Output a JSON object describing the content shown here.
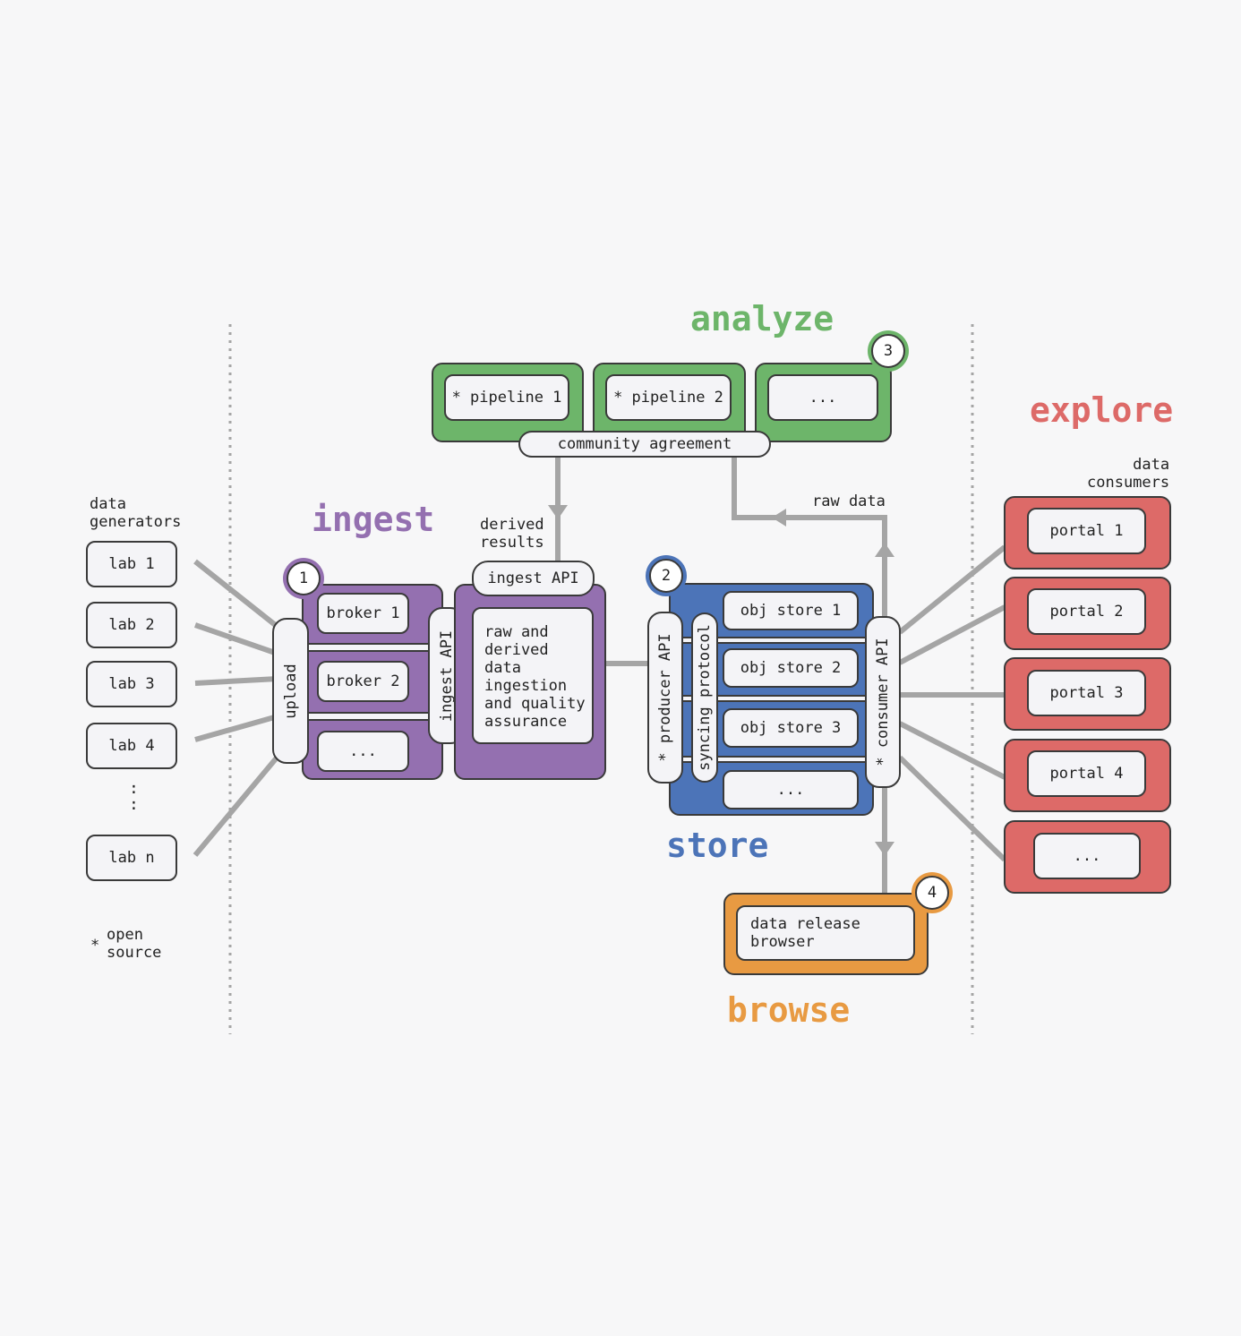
{
  "colors": {
    "ingest": "#9470b0",
    "store": "#4c74b8",
    "analyze": "#6db56a",
    "explore": "#dd6a68",
    "browse": "#e89a42",
    "connector": "#a5a5a5"
  },
  "titles": {
    "analyze": "analyze",
    "ingest": "ingest",
    "store": "store",
    "explore": "explore",
    "browse": "browse"
  },
  "generators": {
    "heading": "data\ngenerators",
    "labs": [
      "lab 1",
      "lab 2",
      "lab 3",
      "lab 4",
      "lab n"
    ],
    "ellipsis": ":\n:"
  },
  "legend": {
    "star": "*",
    "text": "open\nsource"
  },
  "ingest": {
    "badge": "1",
    "upload": "upload",
    "brokers": [
      "broker 1",
      "broker 2",
      "..."
    ],
    "ingest_api_vertical": "ingest API",
    "ingest_api": "ingest API",
    "description": "raw and\nderived\ndata\ningestion\nand quality\nassurance",
    "derived_results": "derived\nresults"
  },
  "analyze": {
    "badge": "3",
    "pipelines": [
      "* pipeline 1",
      "* pipeline 2",
      "..."
    ],
    "community": "community agreement"
  },
  "store": {
    "badge": "2",
    "producer_api": "* producer API",
    "syncing": "syncing protocol",
    "consumer_api": "* consumer API",
    "obj_stores": [
      "obj store 1",
      "obj store 2",
      "obj store 3",
      "..."
    ],
    "raw_data": "raw data"
  },
  "explore": {
    "heading": "data\nconsumers",
    "portals": [
      "portal 1",
      "portal 2",
      "portal 3",
      "portal 4",
      "..."
    ]
  },
  "browse": {
    "badge": "4",
    "text": "data release\nbrowser"
  }
}
